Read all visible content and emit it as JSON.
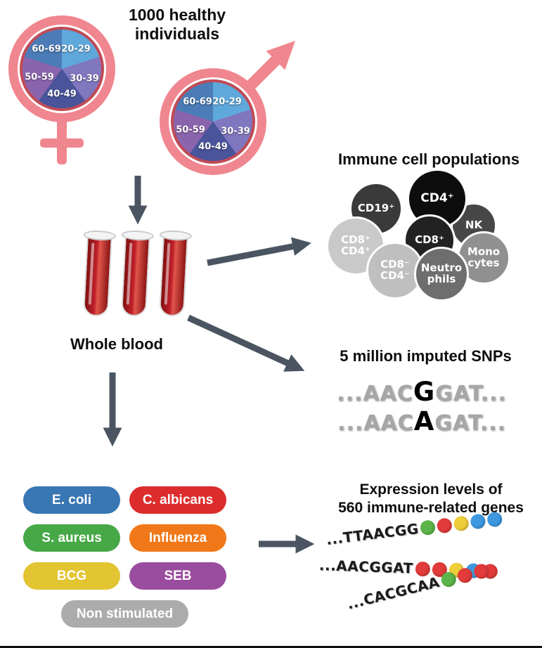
{
  "colors": {
    "pink": "#F0868F",
    "pie_border": "#C04B55",
    "arrow": "#4A5561",
    "blood": "#C0202A"
  },
  "header": {
    "title": "1000 healthy\nindividuals"
  },
  "demographics": {
    "age_groups": [
      "20-29",
      "30-39",
      "40-49",
      "50-59",
      "60-69"
    ],
    "pie_colors": [
      "#5FA8DC",
      "#8077BF",
      "#49549A",
      "#8A64AD",
      "#4B7CB8"
    ]
  },
  "blood": {
    "label": "Whole blood"
  },
  "immune_cells": {
    "title": "Immune cell populations",
    "cells": [
      {
        "label": "CD19⁺",
        "color": "#3a3a3a"
      },
      {
        "label": "CD8⁺\nCD4⁺",
        "color": "#c9c9c9"
      },
      {
        "label": "NK",
        "color": "#474747"
      },
      {
        "label": "Mono\ncytes",
        "color": "#909090"
      },
      {
        "label": "CD4⁺",
        "color": "#0d0d0d"
      },
      {
        "label": "CD8⁺",
        "color": "#222222"
      },
      {
        "label": "CD8⁻\nCD4⁻",
        "color": "#bfbfbf"
      },
      {
        "label": "Neutro\nphils",
        "color": "#6e6e6e"
      }
    ]
  },
  "snps": {
    "title": "5 million imputed SNPs",
    "sequences": [
      {
        "prefix": "...AAC",
        "variant": "G",
        "suffix": "GAT..."
      },
      {
        "prefix": "...AAC",
        "variant": "A",
        "suffix": "GAT..."
      }
    ]
  },
  "stimuli": {
    "items": [
      {
        "label": "E. coli",
        "color": "#3876B4"
      },
      {
        "label": "C. albicans",
        "color": "#DD2C2C"
      },
      {
        "label": "S. aureus",
        "color": "#46A846"
      },
      {
        "label": "Influenza",
        "color": "#F07818"
      },
      {
        "label": "BCG",
        "color": "#E3C431"
      },
      {
        "label": "SEB",
        "color": "#9A4C9E"
      },
      {
        "label": "Non stimulated",
        "color": "#ABABAB"
      }
    ]
  },
  "expression": {
    "title": "Expression levels of\n560 immune-related genes",
    "rows": [
      {
        "sequence": "...TTAACGG",
        "dots": [
          "#5CB54A",
          "#E23B3B",
          "#EFCE3C",
          "#3D98E0",
          "#3D98E0"
        ]
      },
      {
        "sequence": "...AACGGAT",
        "dots": [
          "#E23B3B",
          "#E23B3B",
          "#EFCE3C",
          "#3D98E0",
          "#E23B3B"
        ]
      },
      {
        "sequence": "...CACGCAA",
        "dots": [
          "#5CB54A",
          "#E23B3B",
          "#E23B3B"
        ]
      }
    ]
  }
}
